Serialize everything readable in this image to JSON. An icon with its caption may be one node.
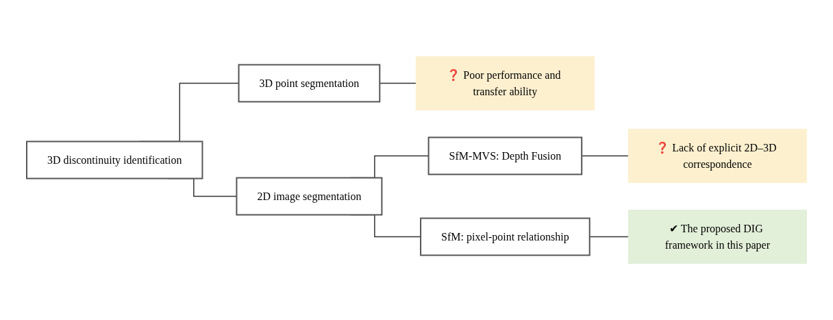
{
  "diagram": {
    "nodes": [
      {
        "text": [
          "3D discontinuity identification"
        ]
      },
      {
        "text": [
          "3D point segmentation"
        ]
      },
      {
        "text": [
          "❓ Poor performance and transfer ability"
        ]
      },
      {
        "text": [
          "2D image segmentation"
        ]
      },
      {
        "text": [
          "SfM-MVS: Depth Fusion"
        ]
      },
      {
        "text": [
          "SfM: pixel-point relationship"
        ]
      },
      {
        "text": [
          "❓ Lack of explicit 2D–3D correspondence"
        ]
      },
      {
        "text": [
          "✔ The proposed DIG framework in this paper"
        ]
      }
    ],
    "edges": [
      {
        "from": 0,
        "to": 1,
        "arrow": "none"
      },
      {
        "from": 0,
        "to": 3,
        "arrow": "none"
      },
      {
        "from": 1,
        "to": 2,
        "arrow": "none"
      },
      {
        "from": 3,
        "to": 4,
        "arrow": "none"
      },
      {
        "from": 3,
        "to": 5,
        "arrow": "none"
      },
      {
        "from": 4,
        "to": 6,
        "arrow": "none"
      },
      {
        "from": 5,
        "to": 7,
        "arrow": "none"
      }
    ]
  }
}
